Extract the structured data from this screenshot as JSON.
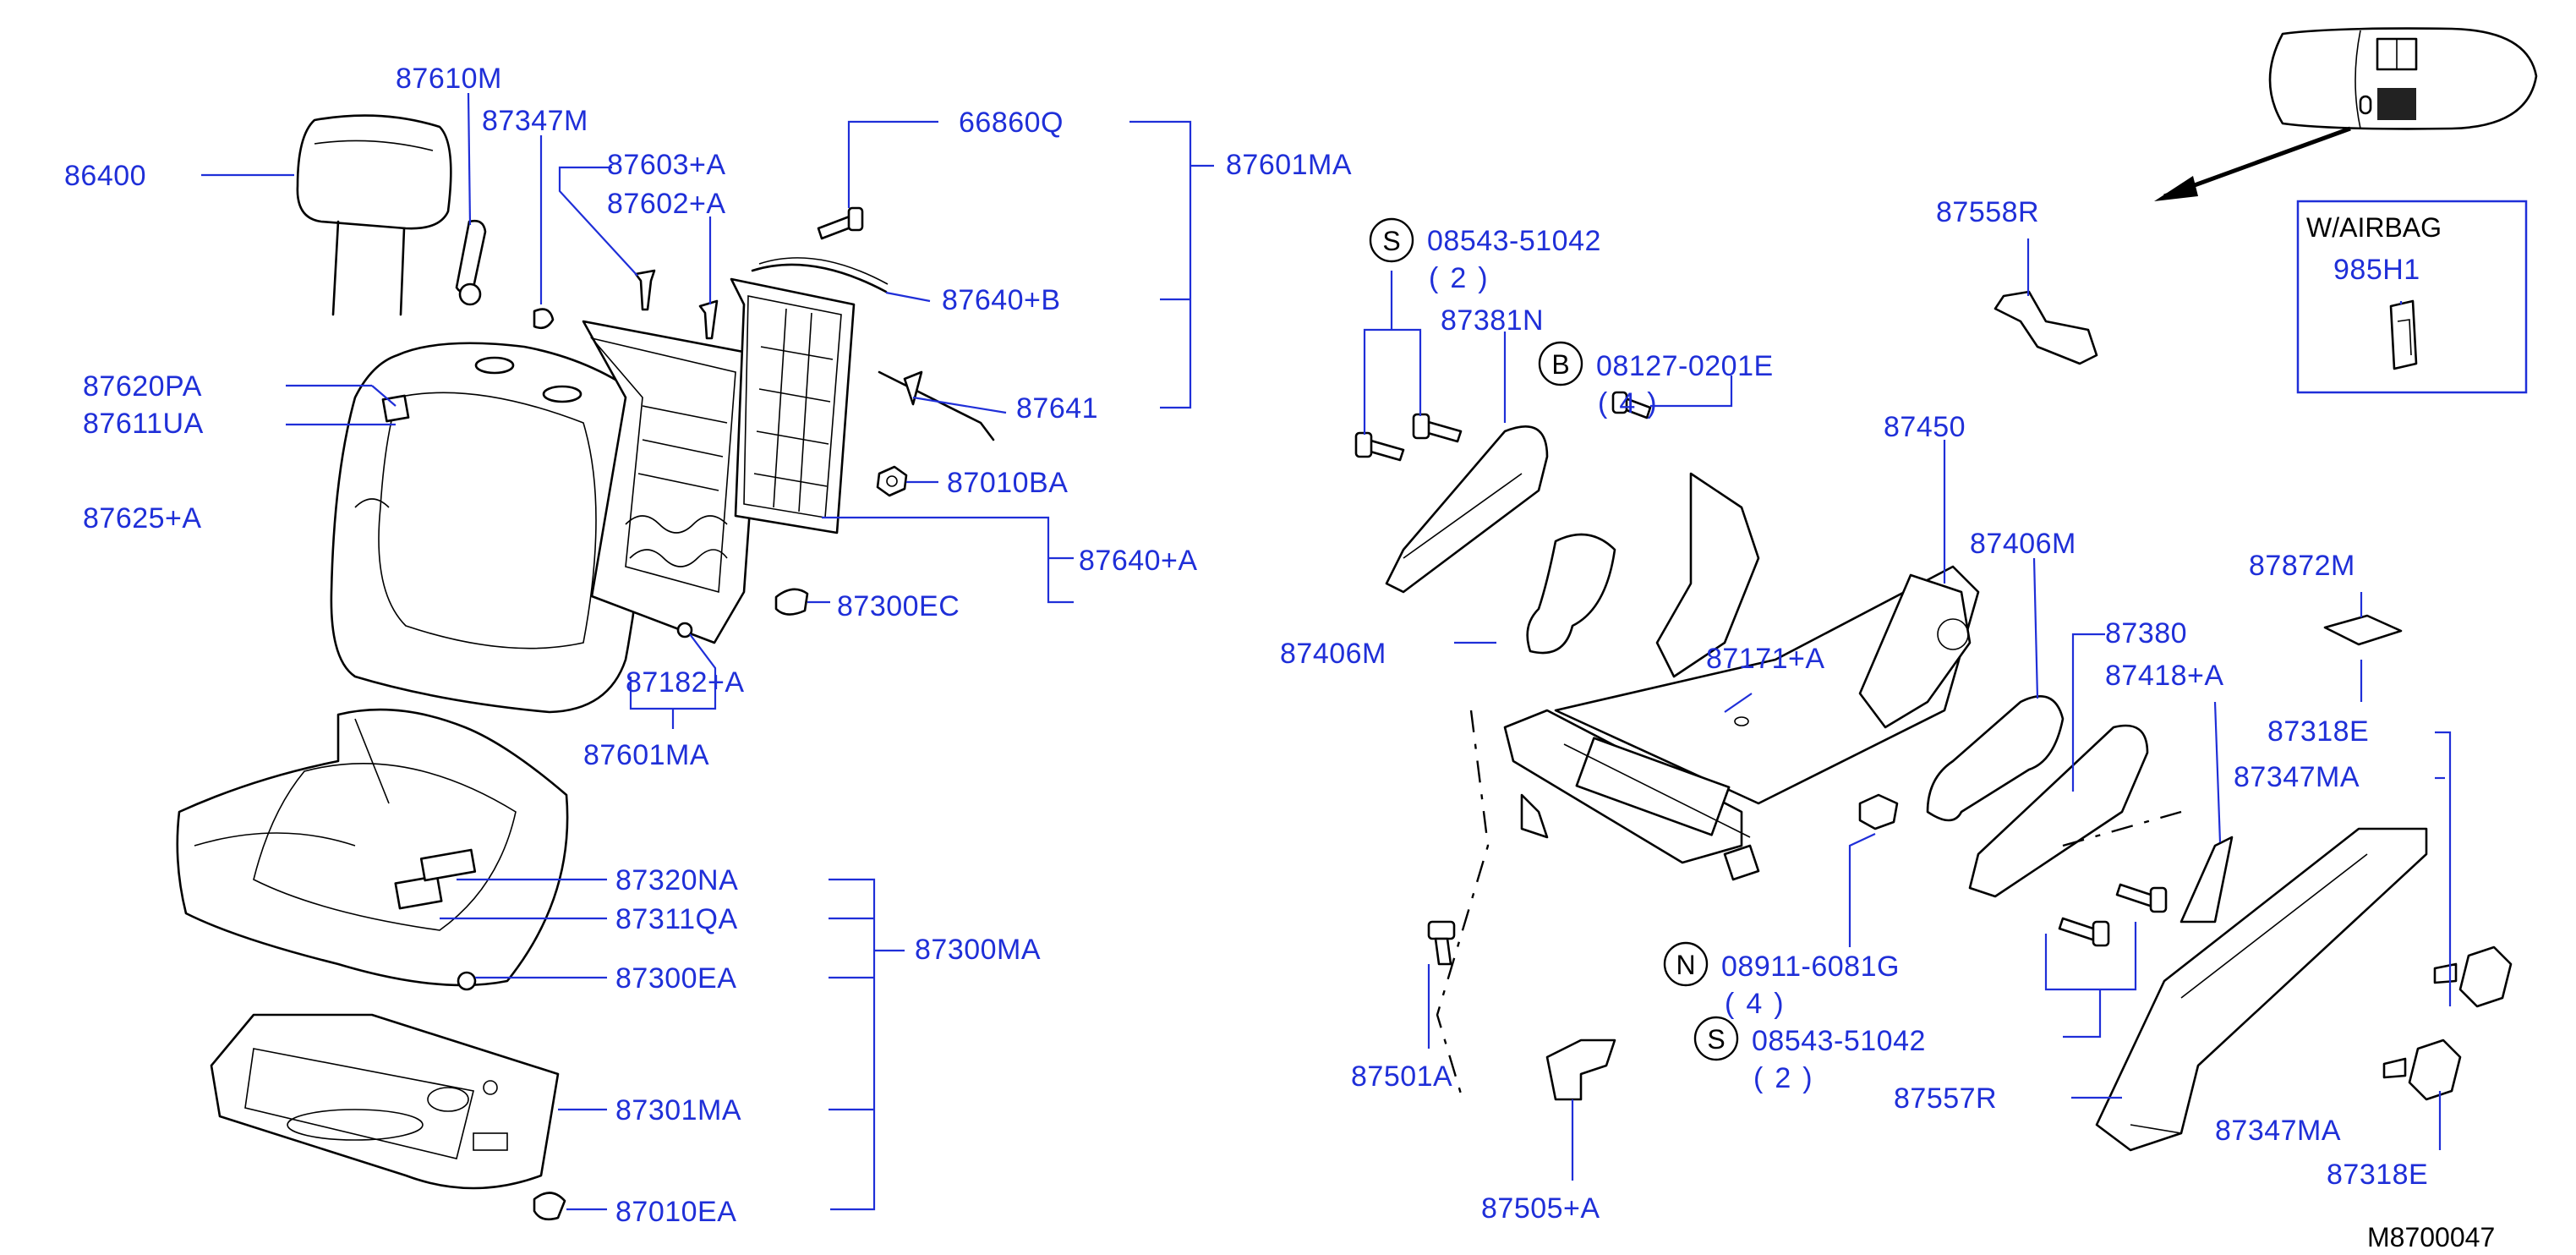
{
  "diagram_code": "M8700047",
  "airbag_box_title": "W/AIRBAG",
  "colors": {
    "label": "#1f2fd8",
    "line": "#1f2fd8",
    "drawing": "#000000"
  },
  "parts": {
    "p86400": "86400",
    "p87610M": "87610M",
    "p87347M": "87347M",
    "p87603A": "87603+A",
    "p87602A": "87602+A",
    "p66860Q": "66860Q",
    "p87601MA_top": "87601MA",
    "p87640B": "87640+B",
    "p87641": "87641",
    "p87010BA": "87010BA",
    "p87620PA": "87620PA",
    "p87611UA": "87611UA",
    "p87625A": "87625+A",
    "p87640A": "87640+A",
    "p87300EC": "87300EC",
    "p87182A": "87182+A",
    "p87601MA_bottom": "87601MA",
    "p87320NA": "87320NA",
    "p87311QA": "87311QA",
    "p87300MA": "87300MA",
    "p87300EA": "87300EA",
    "p87301MA": "87301MA",
    "p87010EA": "87010EA",
    "p08543_top": "08543-51042",
    "p87381N": "87381N",
    "p08127": "08127-0201E",
    "p87450": "87450",
    "p87406M_left": "87406M",
    "p87406M_right": "87406M",
    "p87171A": "87171+A",
    "p87380": "87380",
    "p87418A": "87418+A",
    "p87558R": "87558R",
    "p985H1": "985H1",
    "p87872M": "87872M",
    "p87318E_top": "87318E",
    "p87347MA_top": "87347MA",
    "p08911": "08911-6081G",
    "p08543_bottom": "08543-51042",
    "p87501A": "87501A",
    "p87557R": "87557R",
    "p87347MA_bottom": "87347MA",
    "p87318E_bottom": "87318E",
    "p87505A": "87505+A"
  },
  "quantities": {
    "q08543_top": "(2)",
    "q08127": "(4)",
    "q08911": "(4)",
    "q08543_bottom": "(2)"
  },
  "fastener_symbols": {
    "s_top": "S",
    "b": "B",
    "n": "N",
    "s_bottom": "S"
  }
}
